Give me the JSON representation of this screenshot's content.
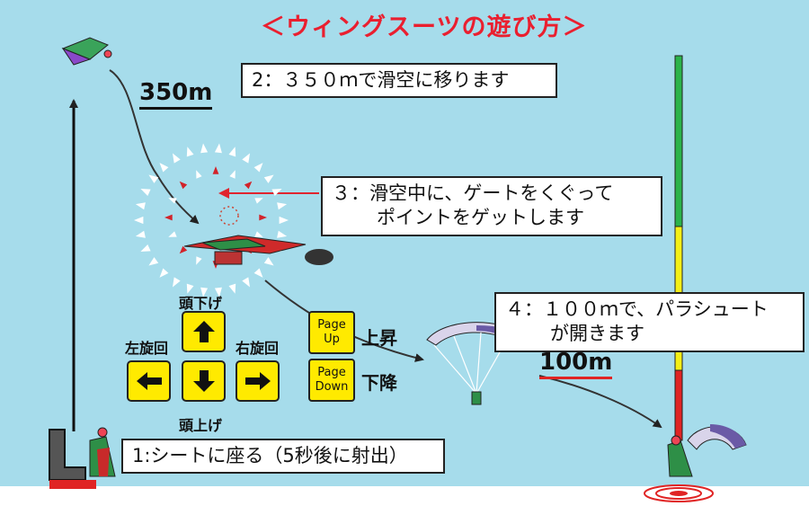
{
  "title": "＜ウィングスーツの遊び方＞",
  "steps": {
    "step1": "1:シートに座る（5秒後に射出）",
    "step2": "2：３５０ｍで滑空に移ります",
    "step3_line1": "３：滑空中に、ゲートをくぐって",
    "step3_line2": "ポイントをゲットします",
    "step4_line1": "４：１００ｍで、パラシュート",
    "step4_line2": "が開きます"
  },
  "altitudes": {
    "glide": "350m",
    "parachute": "100m"
  },
  "controls": {
    "up_label": "頭下げ",
    "down_label": "頭上げ",
    "left_label": "左旋回",
    "right_label": "右旋回",
    "page_up_line1": "Page",
    "page_up_line2": "Up",
    "page_up_label": "上昇",
    "page_down_line1": "Page",
    "page_down_line2": "Down",
    "page_down_label": "下降"
  },
  "icons": {
    "arrow_up": "arrow-up-icon",
    "arrow_down": "arrow-down-icon",
    "arrow_left": "arrow-left-icon",
    "arrow_right": "arrow-right-icon",
    "ejection_seat": "ejection-seat-icon",
    "wingsuit_flyer": "wingsuit-flyer-icon",
    "parachute": "parachute-icon",
    "landing_target": "landing-target-icon"
  },
  "colors": {
    "sky": "#a6dceb",
    "title_red": "#ea1f2f",
    "key_yellow": "#ffea00",
    "gauge_green": "#2bb34a",
    "gauge_yellow": "#f4ef16",
    "gauge_red": "#e02424"
  }
}
